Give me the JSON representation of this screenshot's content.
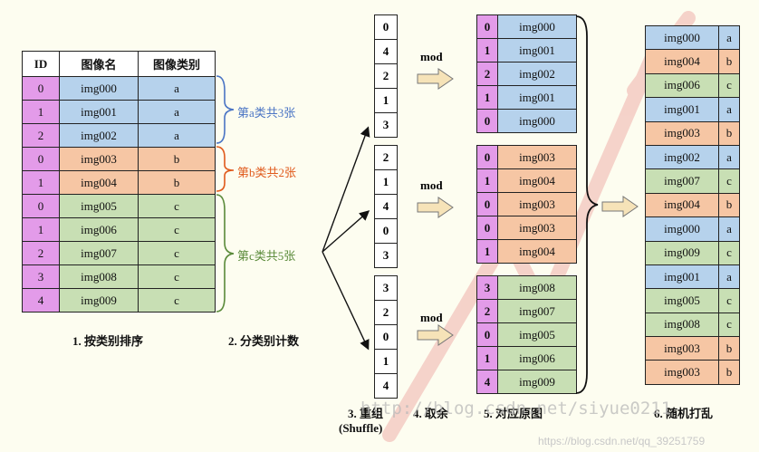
{
  "colors": {
    "pink": "#e39be9",
    "blue": "#b6d2ec",
    "orange": "#f6c6a4",
    "green": "#c8dfb4",
    "brace_blue": "#4a74c4",
    "brace_orange": "#e05a1c",
    "brace_green": "#5a8a3a"
  },
  "sorted_table": {
    "headers": [
      "ID",
      "图像名",
      "图像类别"
    ],
    "rows": [
      {
        "id": "0",
        "name": "img000",
        "cls": "a",
        "color": "blue"
      },
      {
        "id": "1",
        "name": "img001",
        "cls": "a",
        "color": "blue"
      },
      {
        "id": "2",
        "name": "img002",
        "cls": "a",
        "color": "blue"
      },
      {
        "id": "0",
        "name": "img003",
        "cls": "b",
        "color": "orange"
      },
      {
        "id": "1",
        "name": "img004",
        "cls": "b",
        "color": "orange"
      },
      {
        "id": "0",
        "name": "img005",
        "cls": "c",
        "color": "green"
      },
      {
        "id": "1",
        "name": "img006",
        "cls": "c",
        "color": "green"
      },
      {
        "id": "2",
        "name": "img007",
        "cls": "c",
        "color": "green"
      },
      {
        "id": "3",
        "name": "img008",
        "cls": "c",
        "color": "green"
      },
      {
        "id": "4",
        "name": "img009",
        "cls": "c",
        "color": "green"
      }
    ]
  },
  "brace_labels": {
    "a": "第a类共3张",
    "b": "第b类共2张",
    "c": "第c类共5张"
  },
  "shuffle_columns": [
    [
      "0",
      "4",
      "2",
      "1",
      "3"
    ],
    [
      "2",
      "1",
      "4",
      "0",
      "3"
    ],
    [
      "3",
      "2",
      "0",
      "1",
      "4"
    ]
  ],
  "mod_label": "mod",
  "mapped_tables": [
    {
      "color": "blue",
      "rows": [
        [
          "0",
          "img000"
        ],
        [
          "1",
          "img001"
        ],
        [
          "2",
          "img002"
        ],
        [
          "1",
          "img001"
        ],
        [
          "0",
          "img000"
        ]
      ]
    },
    {
      "color": "orange",
      "rows": [
        [
          "0",
          "img003"
        ],
        [
          "1",
          "img004"
        ],
        [
          "0",
          "img003"
        ],
        [
          "0",
          "img003"
        ],
        [
          "1",
          "img004"
        ]
      ]
    },
    {
      "color": "green",
      "rows": [
        [
          "3",
          "img008"
        ],
        [
          "2",
          "img007"
        ],
        [
          "0",
          "img005"
        ],
        [
          "1",
          "img006"
        ],
        [
          "4",
          "img009"
        ]
      ]
    }
  ],
  "final_list": [
    {
      "name": "img000",
      "cls": "a",
      "color": "blue"
    },
    {
      "name": "img004",
      "cls": "b",
      "color": "orange"
    },
    {
      "name": "img006",
      "cls": "c",
      "color": "green"
    },
    {
      "name": "img001",
      "cls": "a",
      "color": "blue"
    },
    {
      "name": "img003",
      "cls": "b",
      "color": "orange"
    },
    {
      "name": "img002",
      "cls": "a",
      "color": "blue"
    },
    {
      "name": "img007",
      "cls": "c",
      "color": "green"
    },
    {
      "name": "img004",
      "cls": "b",
      "color": "orange"
    },
    {
      "name": "img000",
      "cls": "a",
      "color": "blue"
    },
    {
      "name": "img009",
      "cls": "c",
      "color": "green"
    },
    {
      "name": "img001",
      "cls": "a",
      "color": "blue"
    },
    {
      "name": "img005",
      "cls": "c",
      "color": "green"
    },
    {
      "name": "img008",
      "cls": "c",
      "color": "green"
    },
    {
      "name": "img003",
      "cls": "b",
      "color": "orange"
    },
    {
      "name": "img003",
      "cls": "b",
      "color": "orange"
    }
  ],
  "step_labels": {
    "s1": "1. 按类别排序",
    "s2": "2. 分类别计数",
    "s3": "3. 重组",
    "s3b": "(Shuffle)",
    "s4": "4. 取余",
    "s5": "5. 对应原图",
    "s6": "6. 随机打乱"
  },
  "watermark": {
    "main": "http://blog.csdn.net/siyue0211",
    "corner": "https://blog.csdn.net/qq_39251759"
  }
}
